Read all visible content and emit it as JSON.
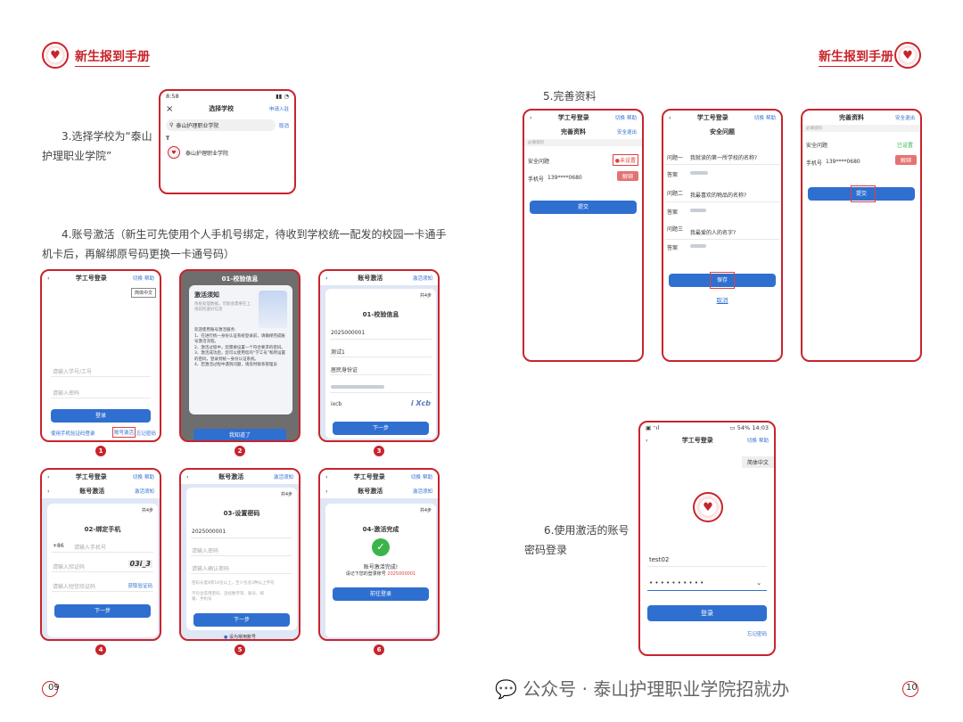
{
  "header": {
    "title": "新生报到手册"
  },
  "left": {
    "step3": "3.选择学校为“泰山护理职业学院”",
    "step4": "4.账号激活（新生可先使用个人手机号绑定，待收到学校统一配发的校园一卡通手机卡后，再解绑原号码更换一卡通号码）",
    "page": "09"
  },
  "right": {
    "step5": "5.完善资料",
    "step6": "6.使用激活的账号密码登录",
    "page": "10"
  },
  "watermark": "公众号 · 泰山护理职业学院招就办",
  "school_select": {
    "time": "8:58",
    "title": "选择学校",
    "join": "申请入驻",
    "search": "泰山护理职业学院",
    "cancel": "取消",
    "letter": "T",
    "result": "泰山护理职业学院"
  },
  "common": {
    "app_title": "学工号登录",
    "switch": "切换",
    "help": "帮助",
    "lang": "简体中文",
    "activate": "账号激活",
    "notice": "激活须知",
    "steps": "共4步",
    "next": "下一步"
  },
  "s1": {
    "ph_user": "请输入学号/工号",
    "ph_pwd": "请输入密码",
    "login": "登录",
    "phone_login": "使用手机验证码登录",
    "activate_link": "账号激活",
    "forgot": "忘记密码"
  },
  "s2": {
    "title": "01-校验信息",
    "heading": "激活须知",
    "sub": "系统处理数据，可能会需要在上线前检查好信息",
    "body": "欢迎使用账号激活服务:\n1、在进行统一身份认证系统登录前，请确保完成账号激活流程。\n2、激活过程中，您需要设置一个符合要求的密码。\n3、激活成功后，您可以使用您的“学工号”和所设置的密码，登录到统一身份认证系统。\n4、若激活过程中遇到问题，请及时联系管理员",
    "btn": "我知道了"
  },
  "s3": {
    "title": "01-校验信息",
    "id": "2025000001",
    "name": "测试1",
    "idtype": "居民身份证",
    "captcha_in": "ixcb",
    "captcha": "i Xcb"
  },
  "s4": {
    "title": "02-绑定手机",
    "code": "+86",
    "ph_phone": "请输入手机号",
    "ph_img": "请输入验证码",
    "captcha": "03i_3",
    "ph_sms": "请输入短信验证码",
    "get_code": "获取验证码"
  },
  "s5": {
    "title": "03-设置密码",
    "id": "2025000001",
    "ph_pwd": "请输入密码",
    "ph_pwd2": "请输入确认密码",
    "rule1": "密码长度8到16位以上，至少包含3种以上字符",
    "rule2": "不包含常用密码、连续数字等、账号、邮箱、手机号",
    "radio": "设为常用账号"
  },
  "s6": {
    "title": "04-激活完成",
    "done": "账号激活完成!",
    "hint": "请记下您的登录账号",
    "account": "2025000001",
    "btn": "前往登录"
  },
  "p5a": {
    "title": "完善资料",
    "logout": "安全退出",
    "section": "必填资料",
    "q": "安全问题",
    "q_status": "未设置",
    "phone_lbl": "手机号",
    "phone": "139****0680",
    "edit": "解绑",
    "submit": "提交"
  },
  "p5b": {
    "title": "安全问题",
    "q1": "问题一",
    "q1t": "我就读的第一所学校的名称?",
    "q2": "问题二",
    "q2t": "我最喜欢的物品的名称?",
    "q3": "问题三",
    "q3t": "我最爱的人的名字?",
    "a": "答案",
    "save": "保存",
    "cancel": "取消"
  },
  "p5c": {
    "q_status": "已设置",
    "submit": "提交"
  },
  "p6": {
    "status": "54%",
    "time": "14:03",
    "user": "test02",
    "pwd": "• • • • • • • • • •",
    "login": "登录",
    "forgot": "忘记密码"
  },
  "nums": [
    "1",
    "2",
    "3",
    "4",
    "5",
    "6"
  ]
}
